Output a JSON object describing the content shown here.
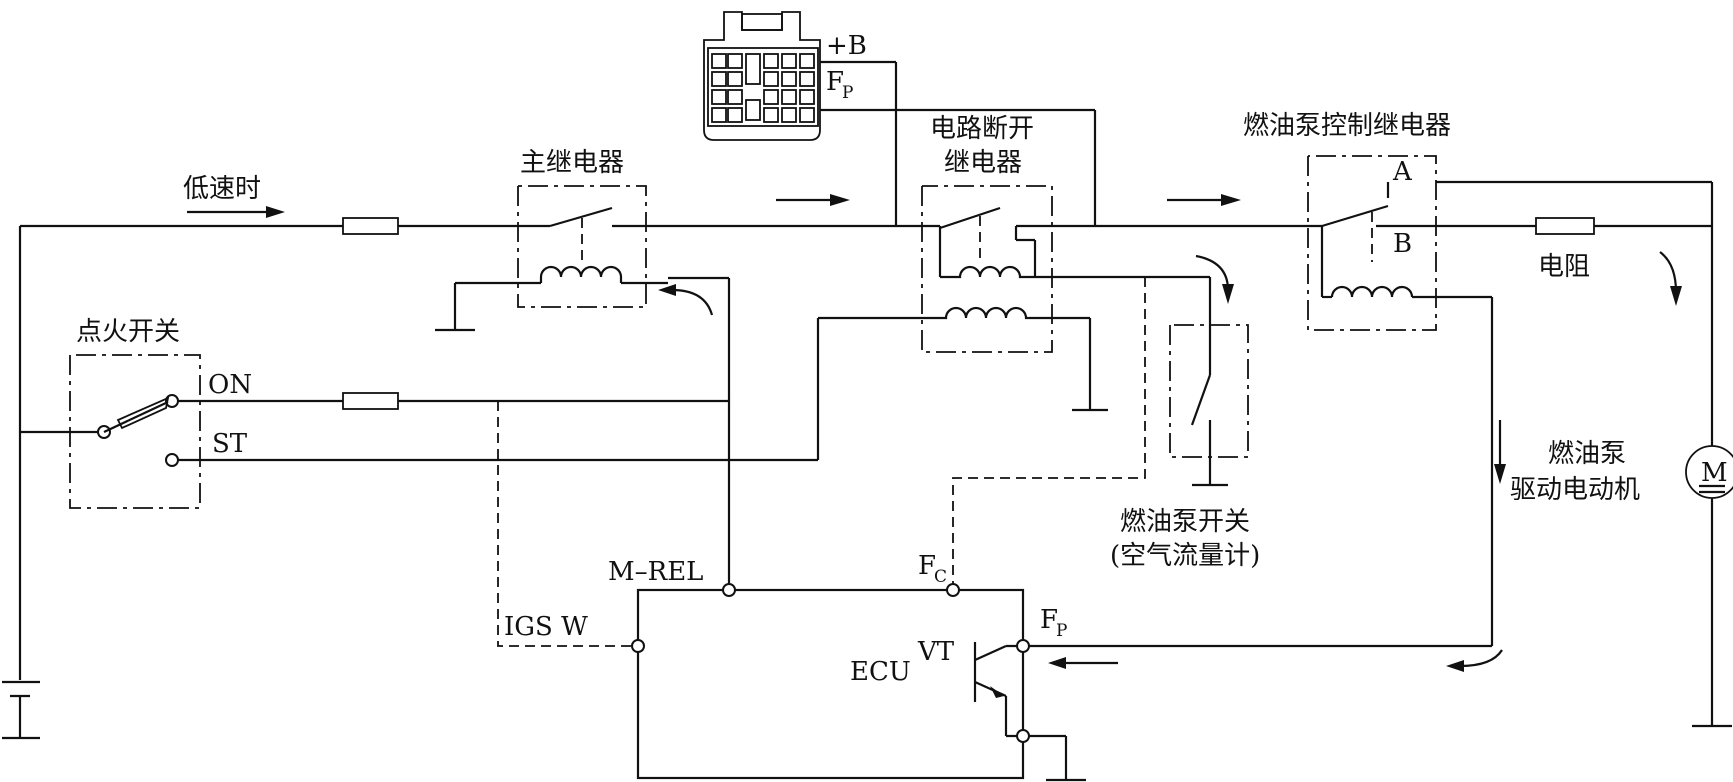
{
  "labels": {
    "low_speed": "低速时",
    "main_relay": "主继电器",
    "ignition_switch": "点火开关",
    "on": "ON",
    "st": "ST",
    "plus_b": "+B",
    "fp_connector": "F",
    "fp_connector_sub": "P",
    "circuit_open_relay_line1": "电路断开",
    "circuit_open_relay_line2": "继电器",
    "pump_control_relay": "燃油泵控制继电器",
    "terminal_a": "A",
    "terminal_b": "B",
    "resistor": "电阻",
    "pump_motor_line1": "燃油泵",
    "pump_motor_line2": "驱动电动机",
    "motor_m": "M",
    "pump_switch_line1": "燃油泵开关",
    "pump_switch_line2": "(空气流量计)",
    "m_rel": "M–REL",
    "fc": "F",
    "fc_sub": "C",
    "fp_ecu": "F",
    "fp_ecu_sub": "P",
    "igsw": "IGS  W",
    "ecu": "ECU",
    "vt": "VT"
  }
}
